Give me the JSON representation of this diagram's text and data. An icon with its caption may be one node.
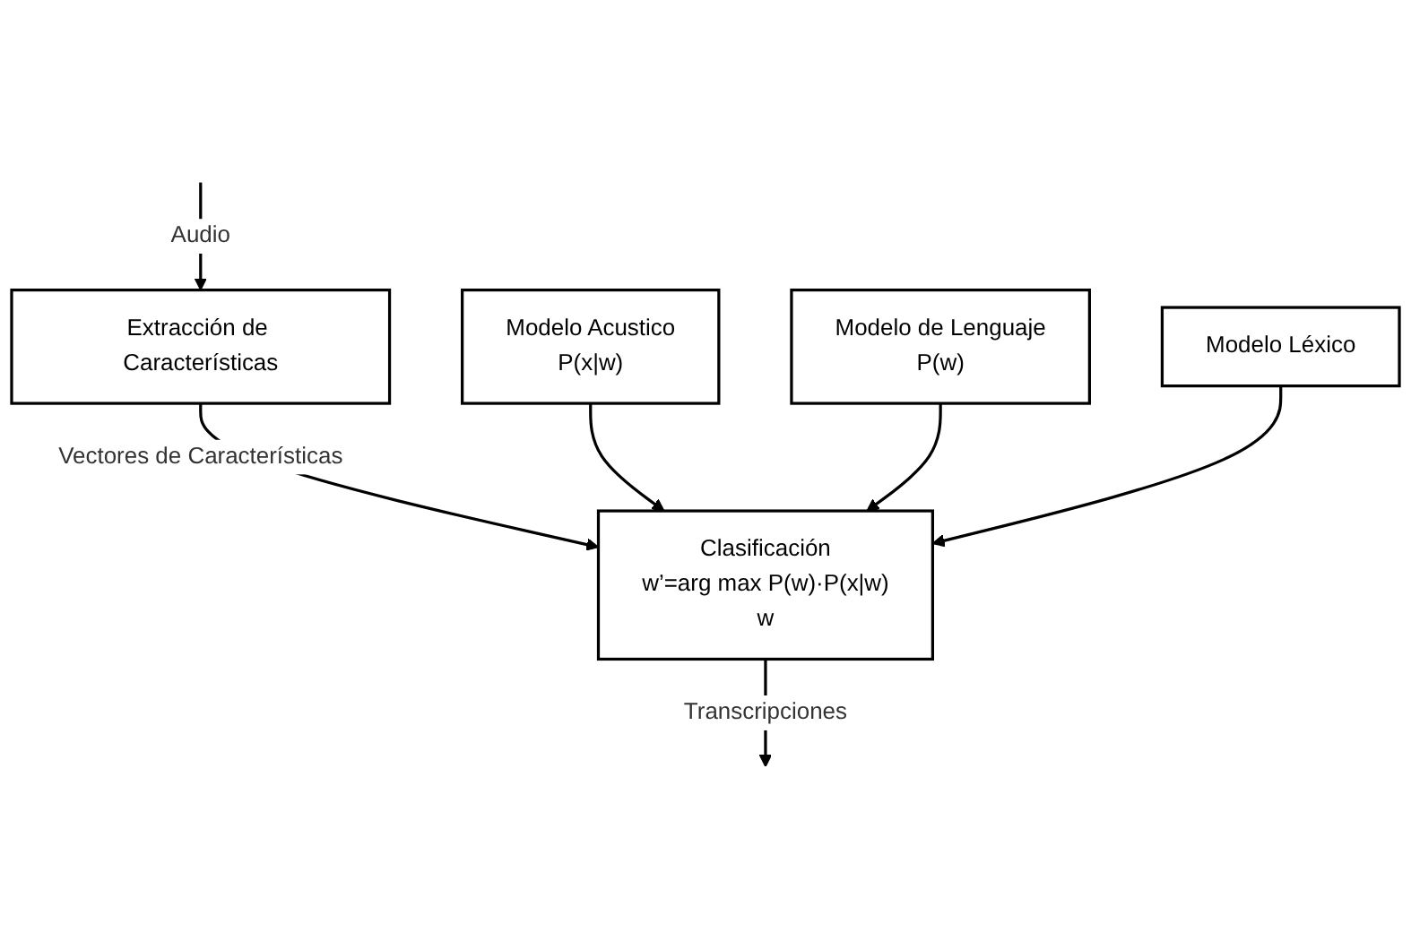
{
  "diagram": {
    "nodes": [
      {
        "text": [
          "Extracción de Características"
        ]
      },
      {
        "text": [
          "Clasificación",
          "w’=arg max P(w)·P(x|w)",
          "w"
        ]
      },
      {
        "text": [
          "Modelo Acustico",
          "P(x|w)"
        ]
      },
      {
        "text": [
          "Modelo de Lenguaje",
          "P(w)"
        ]
      },
      {
        "text": [
          "Modelo Léxico"
        ]
      }
    ],
    "edges": [
      {
        "from": null,
        "to": 0,
        "arrow": "to",
        "label": "Audio"
      },
      {
        "from": 0,
        "to": 1,
        "arrow": "to",
        "label": "Vectores de Características"
      },
      {
        "from": 2,
        "to": 1,
        "arrow": "to"
      },
      {
        "from": 3,
        "to": 1,
        "arrow": "to"
      },
      {
        "from": 4,
        "to": 1,
        "arrow": "to"
      },
      {
        "from": 1,
        "to": null,
        "arrow": "to",
        "label": "Transcripciones"
      }
    ]
  }
}
